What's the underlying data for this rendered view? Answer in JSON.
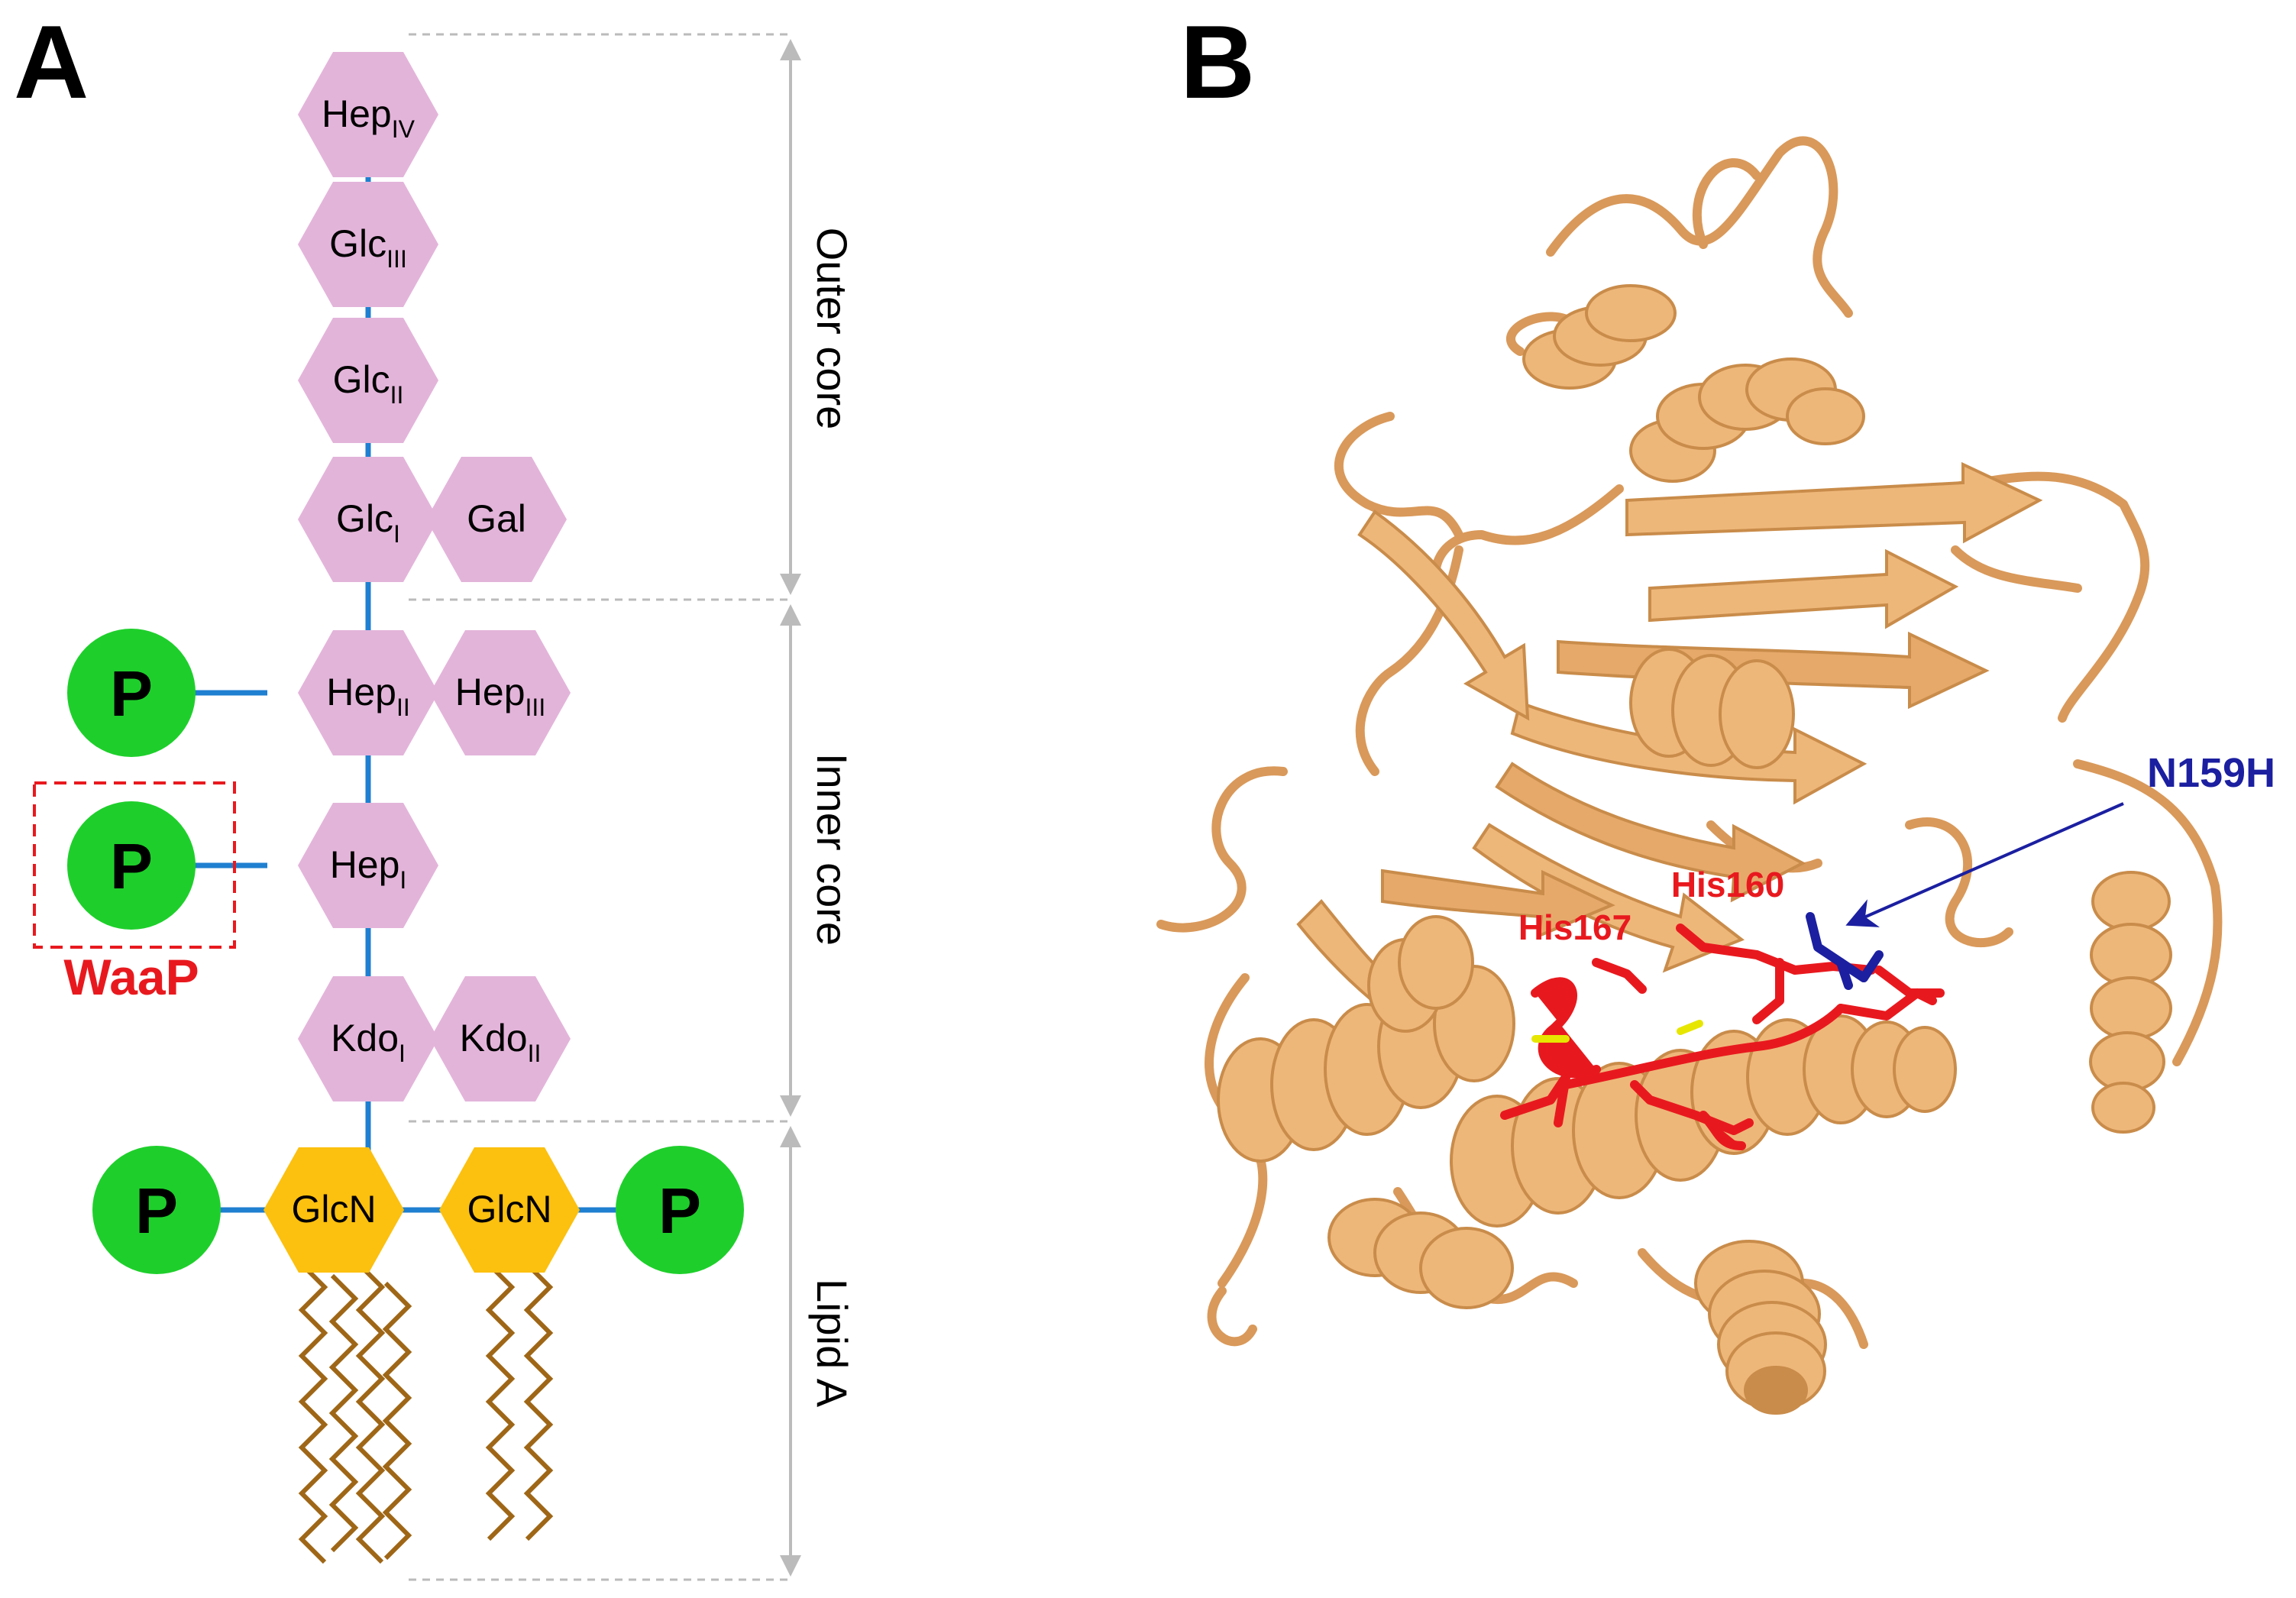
{
  "panels": {
    "a": "A",
    "b": "B"
  },
  "sugars": {
    "hep_iv": {
      "base": "Hep",
      "sub": "IV"
    },
    "glc_iii": {
      "base": "Glc",
      "sub": "III"
    },
    "glc_ii": {
      "base": "Glc",
      "sub": "II"
    },
    "glc_i": {
      "base": "Glc",
      "sub": "I"
    },
    "gal": {
      "base": "Gal",
      "sub": ""
    },
    "hep_ii": {
      "base": "Hep",
      "sub": "II"
    },
    "hep_iii": {
      "base": "Hep",
      "sub": "III"
    },
    "hep_i": {
      "base": "Hep",
      "sub": "I"
    },
    "kdo_i": {
      "base": "Kdo",
      "sub": "I"
    },
    "kdo_ii": {
      "base": "Kdo",
      "sub": "II"
    },
    "glcn_left": {
      "base": "GlcN",
      "sub": ""
    },
    "glcn_right": {
      "base": "GlcN",
      "sub": ""
    }
  },
  "phosphate_label": "P",
  "enzyme_label": "WaaP",
  "regions": {
    "outer": "Outer core",
    "inner": "Inner core",
    "lipid": "Lipid A"
  },
  "residues": {
    "his160": "His160",
    "his167": "His167",
    "mutation": "N159H"
  },
  "colors": {
    "sugar": "#e3b4da",
    "glcn": "#fcc00f",
    "phosphate": "#1ecf2b",
    "bond": "#1f7fd0",
    "chain": "#9e6616",
    "protein": "#eeb77a",
    "protein_dark": "#c98c4a",
    "active_site": "#e8191e",
    "mutation": "#1b1fa0",
    "guide": "#bbbbbb"
  }
}
